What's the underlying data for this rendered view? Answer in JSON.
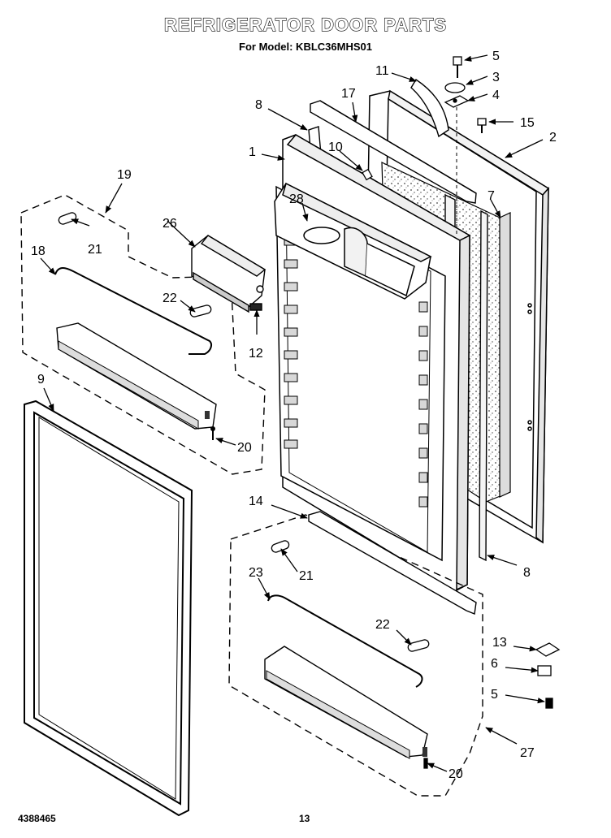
{
  "header": {
    "title": "REFRIGERATOR DOOR PARTS",
    "subtitle": "For Model: KBLC36MHS01"
  },
  "footer": {
    "doc_number": "4388465",
    "page_number": "13"
  },
  "callouts": {
    "c1": "1",
    "c2": "2",
    "c3": "3",
    "c4": "4",
    "c5a": "5",
    "c5b": "5",
    "c6": "6",
    "c7": "7",
    "c8a": "8",
    "c8b": "8",
    "c9": "9",
    "c10": "10",
    "c11": "11",
    "c12": "12",
    "c13": "13",
    "c14": "14",
    "c15": "15",
    "c17": "17",
    "c18": "18",
    "c19": "19",
    "c20a": "20",
    "c20b": "20",
    "c21a": "21",
    "c21b": "21",
    "c22a": "22",
    "c22b": "22",
    "c23": "23",
    "c26": "26",
    "c27": "27",
    "c28": "28"
  }
}
